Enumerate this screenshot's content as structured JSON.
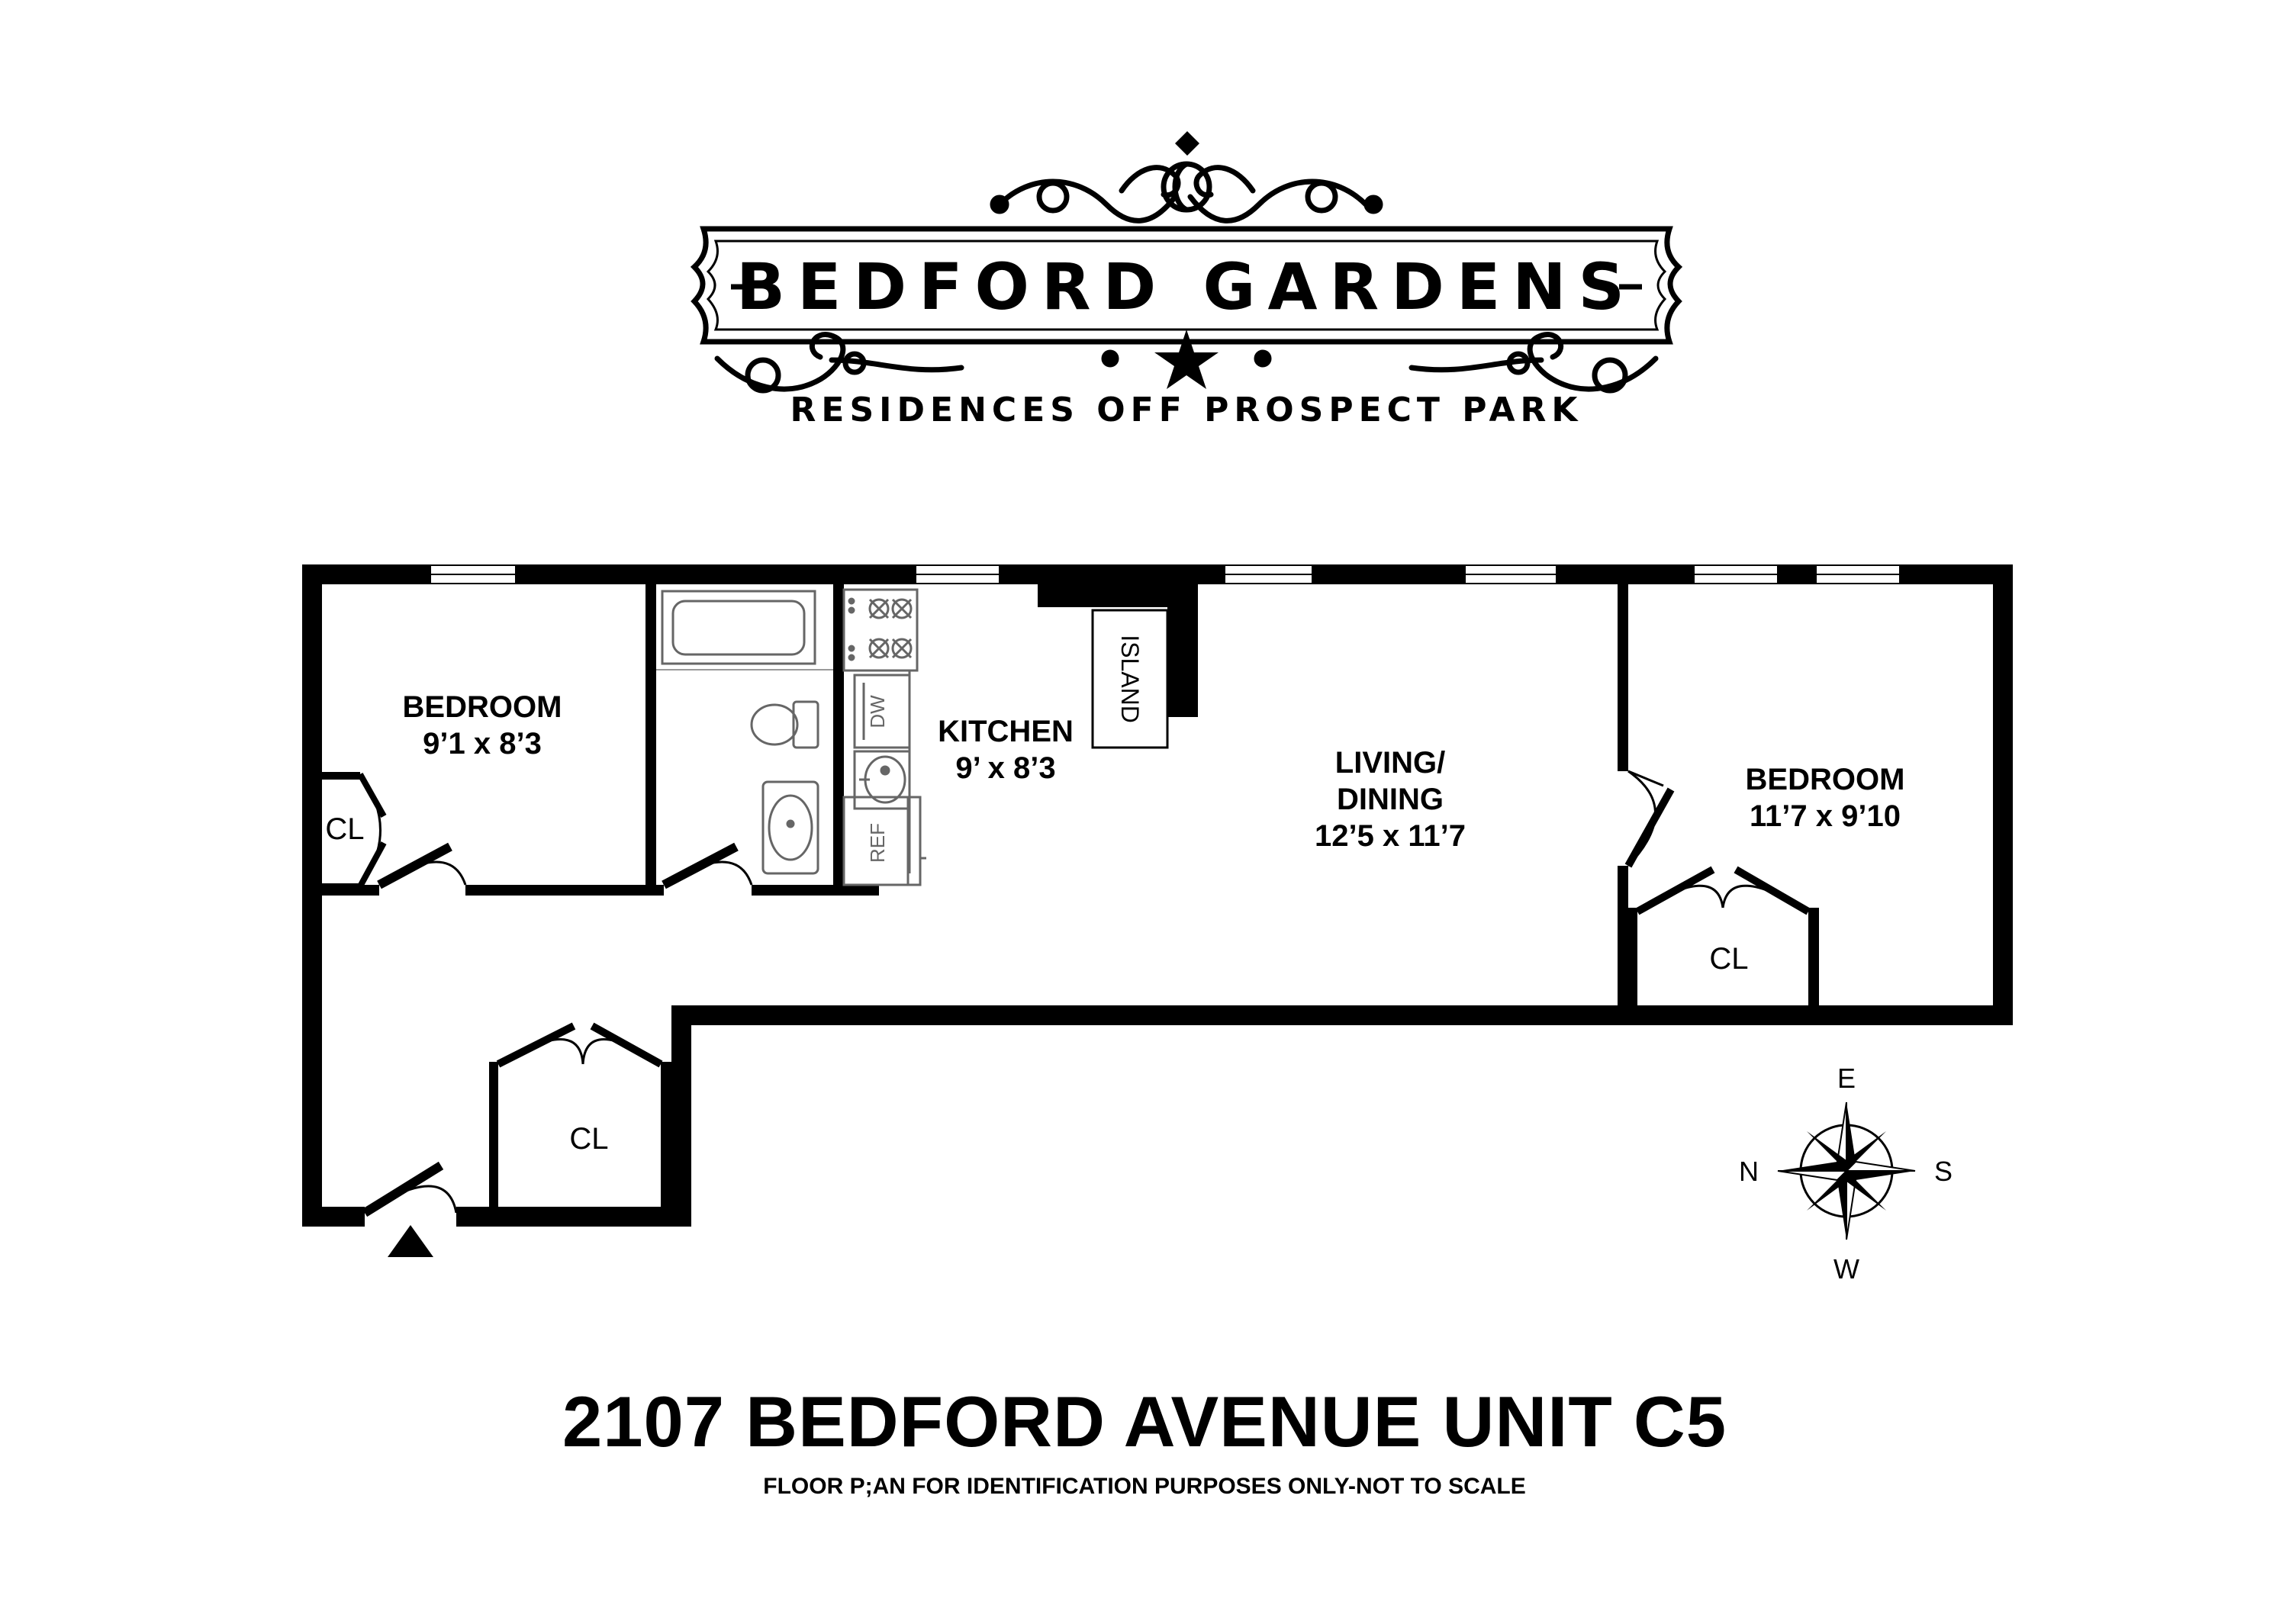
{
  "brand": {
    "name": "BEDFORD GARDENS",
    "tagline": "RESIDENCES OFF PROSPECT PARK"
  },
  "rooms": {
    "bedroom_left": {
      "name": "BEDROOM",
      "size": "9’1 x 8’3"
    },
    "kitchen": {
      "name": "KITCHEN",
      "size": "9’ x 8’3"
    },
    "living": {
      "name_line1": "LIVING/",
      "name_line2": "DINING",
      "size": "12’5 x 11’7"
    },
    "bedroom_right": {
      "name": "BEDROOM",
      "size": "11’7 x 9’10"
    }
  },
  "closets": {
    "small_left": "CL",
    "entry": "CL",
    "right": "CL"
  },
  "fixtures": {
    "island": "ISLAND",
    "dishwasher": "DW",
    "refrigerator": "REF"
  },
  "compass": {
    "north": "N",
    "east": "E",
    "south": "S",
    "west": "W"
  },
  "footer": {
    "address": "2107 BEDFORD AVENUE UNIT C5",
    "disclaimer": "FLOOR P;AN  FOR IDENTIFICATION PURPOSES ONLY-NOT TO SCALE"
  },
  "colors": {
    "ink": "#000000",
    "fixture_gray": "#666666",
    "background": "#ffffff"
  }
}
